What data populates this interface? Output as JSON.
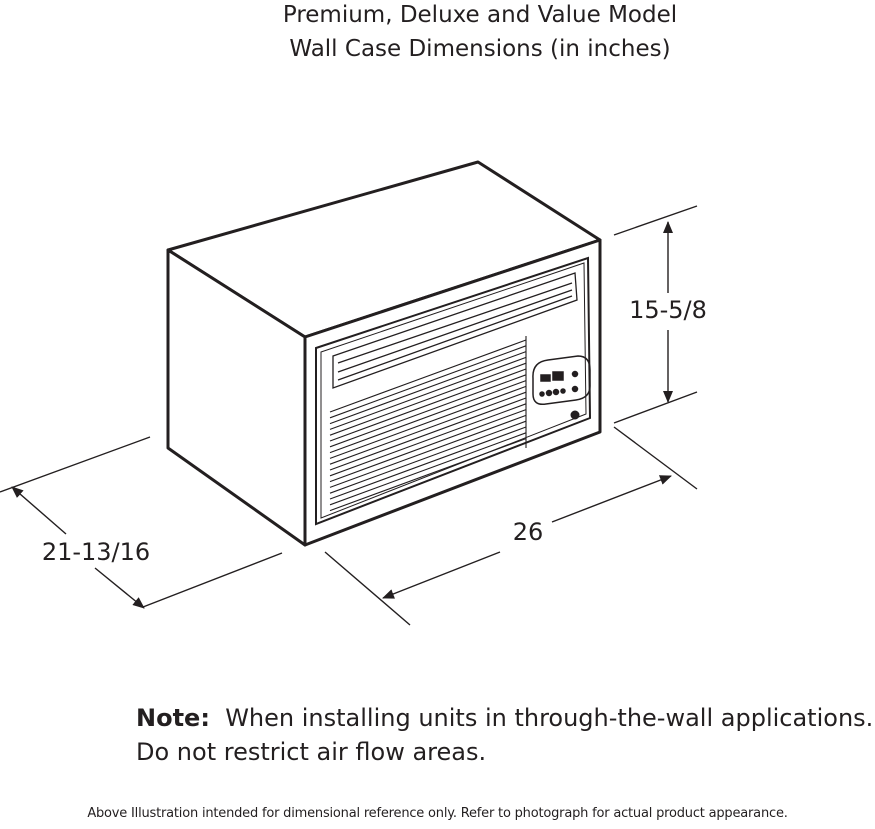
{
  "title": {
    "line1": "Premium, Deluxe and Value Model",
    "line2": "Wall Case Dimensions (in inches)"
  },
  "dimensions": {
    "height": "15-5/8",
    "width": "26",
    "depth": "21-13/16"
  },
  "note": {
    "label": "Note:",
    "line1": "When installing units in through-the-wall applications.",
    "line2": "Do not restrict air flow areas."
  },
  "footer": "Above Illustration intended for dimensional reference only. Refer to photograph for actual product appearance."
}
